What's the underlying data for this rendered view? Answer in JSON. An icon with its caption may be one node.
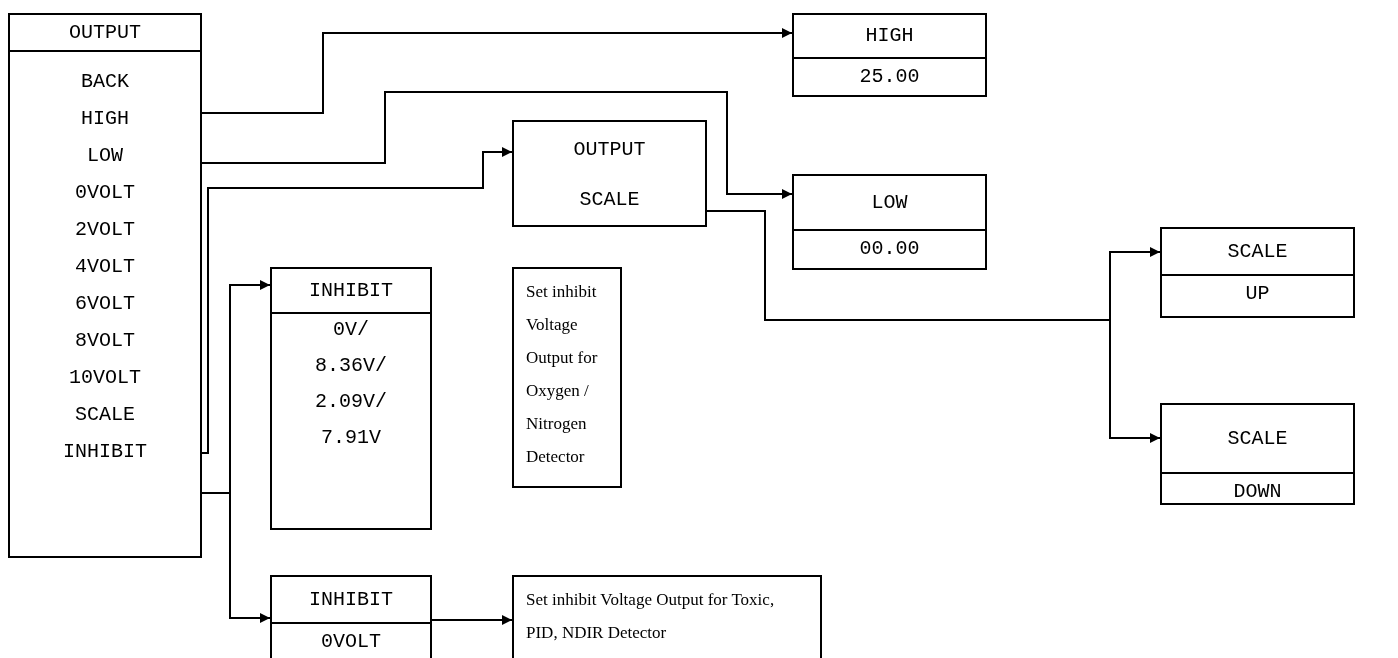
{
  "diagram": {
    "nodes": [
      {
        "text": [
          "OUTPUT",
          "BACK",
          "HIGH",
          "LOW",
          "0VOLT",
          "2VOLT",
          "4VOLT",
          "6VOLT",
          "8VOLT",
          "10VOLT",
          "SCALE",
          "INHIBIT"
        ]
      },
      {
        "text": [
          "HIGH",
          "25.00"
        ]
      },
      {
        "text": [
          "OUTPUT",
          "SCALE"
        ]
      },
      {
        "text": [
          "LOW",
          "00.00"
        ]
      },
      {
        "text": [
          "SCALE",
          "UP"
        ]
      },
      {
        "text": [
          "INHIBIT",
          "0V/",
          "8.36V/",
          "2.09V/",
          "7.91V"
        ]
      },
      {
        "text": [
          "Set inhibit Voltage Output for Oxygen / Nitrogen Detector"
        ]
      },
      {
        "text": [
          "SCALE",
          "DOWN"
        ]
      },
      {
        "text": [
          "INHIBIT",
          "0VOLT"
        ]
      },
      {
        "text": [
          "Set inhibit Voltage Output for Toxic, PID, NDIR Detector"
        ]
      }
    ],
    "edges": [
      {
        "from": 0,
        "to": 1,
        "arrow": "to"
      },
      {
        "from": 0,
        "to": 3,
        "arrow": "to"
      },
      {
        "from": 0,
        "to": 2,
        "arrow": "to"
      },
      {
        "from": 2,
        "to": 4,
        "arrow": "to"
      },
      {
        "from": 2,
        "to": 7,
        "arrow": "to"
      },
      {
        "from": 0,
        "to": 5,
        "arrow": "to"
      },
      {
        "from": 0,
        "to": 8,
        "arrow": "to"
      },
      {
        "from": 8,
        "to": 9,
        "arrow": "to"
      }
    ]
  }
}
